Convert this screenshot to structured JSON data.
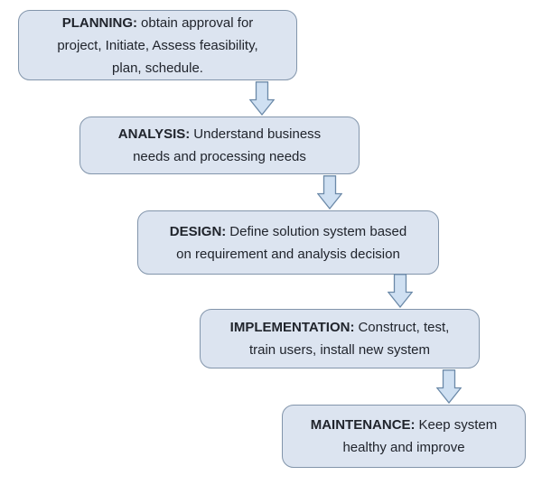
{
  "boxes": [
    {
      "name": "planning",
      "title": "PLANNING:",
      "lines": [
        "obtain approval for",
        "project, Initiate, Assess feasibility,",
        "plan, schedule."
      ]
    },
    {
      "name": "analysis",
      "title": "ANALYSIS:",
      "lines": [
        "Understand business",
        "needs and processing needs"
      ]
    },
    {
      "name": "design",
      "title": "DESIGN:",
      "lines": [
        "Define solution system based",
        "on requirement and analysis decision"
      ]
    },
    {
      "name": "implementation",
      "title": "IMPLEMENTATION:",
      "lines": [
        "Construct, test,",
        "train users, install new system"
      ]
    },
    {
      "name": "maintenance",
      "title": "MAINTENANCE:",
      "lines": [
        "Keep system",
        "healthy and improve"
      ]
    }
  ],
  "colors": {
    "box_fill": "#dce4f0",
    "box_border": "#8295ab",
    "arrow_fill": "#cfe0f2",
    "arrow_border": "#6b89a8",
    "text": "#20242c",
    "background": "#ffffff"
  }
}
